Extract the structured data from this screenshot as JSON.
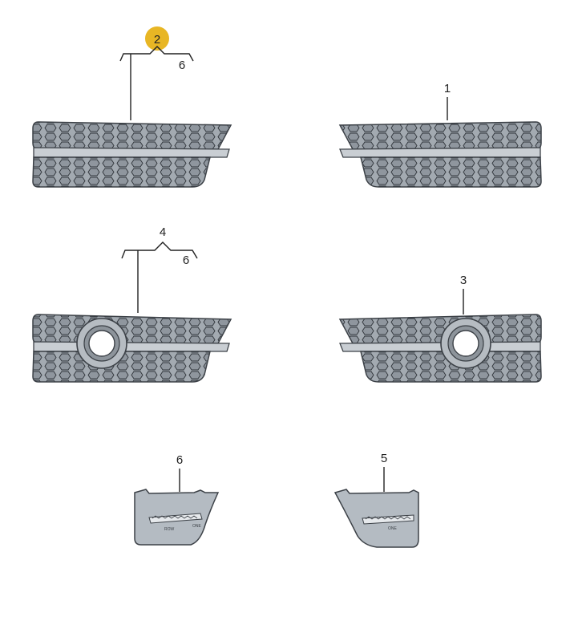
{
  "diagram": {
    "highlight_color": "#e8b624",
    "grille_fill": "#9aa1a8",
    "grille_edge": "#3c4147",
    "cover_fill": "#b4bbc2",
    "callouts": {
      "upper_left_main": "2",
      "upper_left_sub": "6",
      "upper_right": "1",
      "middle_left_main": "4",
      "middle_left_sub": "6",
      "middle_right": "3",
      "lower_left": "6",
      "lower_right": "5"
    },
    "cover_left": {
      "text_a": "ROW",
      "text_b": "ONE"
    },
    "cover_right": {
      "text_a": "ONE"
    }
  }
}
